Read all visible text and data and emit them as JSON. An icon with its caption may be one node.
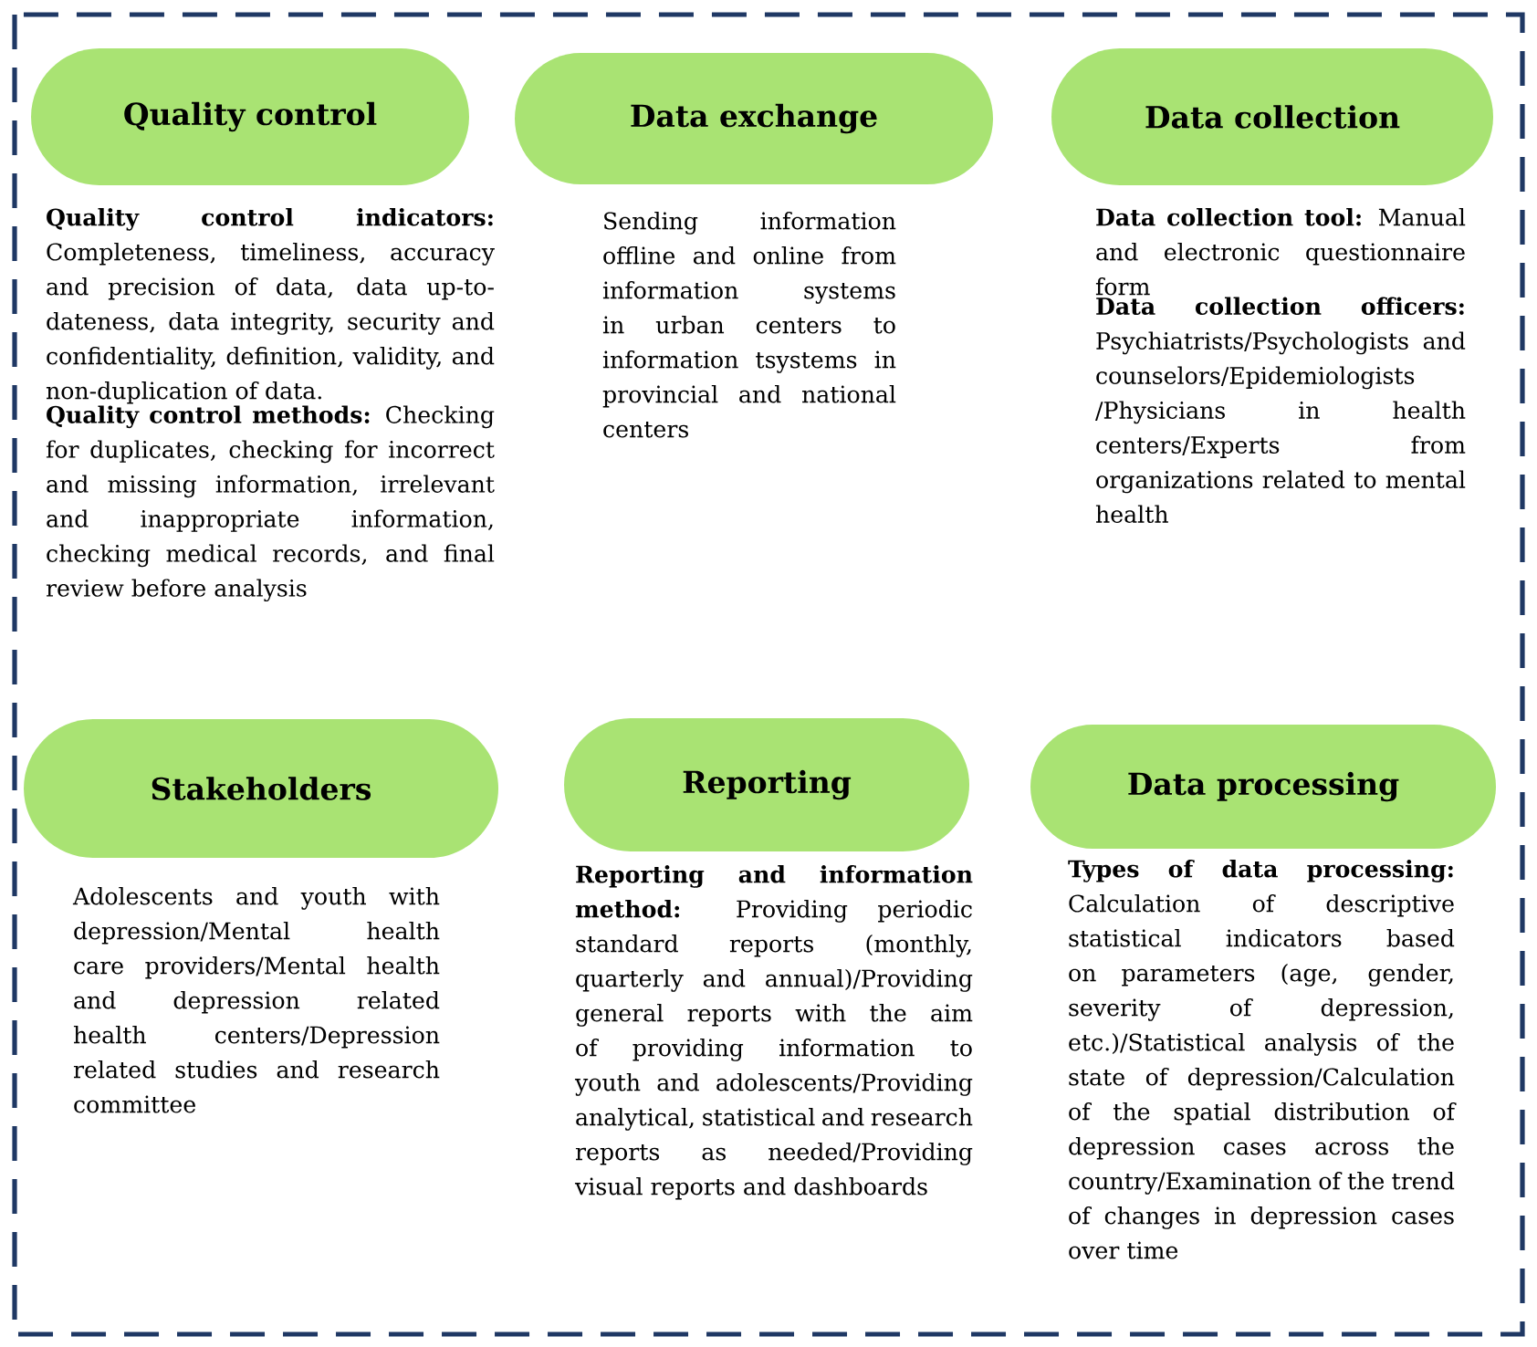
{
  "diagram": {
    "nodes": [
      {
        "text": [
          "Quality control"
        ],
        "beside": [
          "**Quality control indicators:** Completeness, timeliness, accuracy and precision of data, data up-to-dateness, data integrity, security and confidentiality, definition, validity, and non-duplication of data.",
          "**Quality control methods:** Checking for duplicates, checking for incorrect and missing information, irrelevant and inappropriate information, checking medical records, and final review before analysis"
        ]
      },
      {
        "text": [
          "Data exchange"
        ],
        "beside": [
          "Sending information offline and online from information systems in urban centers to information tsystems in provincial and national centers"
        ]
      },
      {
        "text": [
          "Data collection"
        ],
        "beside": [
          "**Data collection tool:** Manual and electronic questionnaire form",
          "**Data collection officers:** Psychiatrists/Psychologists and counselors/Epidemiologists /Physicians in health centers/Experts from organizations related to mental health"
        ]
      },
      {
        "text": [
          "Stakeholders"
        ],
        "beside": [
          "Adolescents and youth with depression/Mental health care providers/Mental health and depression related health centers/Depression related studies and research committee"
        ]
      },
      {
        "text": [
          "Reporting"
        ],
        "beside": [
          "**Reporting and information method:** Providing periodic standard reports (monthly, quarterly and annual)/Providing general reports with the aim of providing information to youth and adolescents/Providing analytical, statistical and research reports as needed/Providing visual reports and dashboards"
        ]
      },
      {
        "text": [
          "Data processing"
        ],
        "beside": [
          "**Types of data processing:** Calculation of descriptive statistical indicators based on parameters (age, gender, severity of depression, etc.)/Statistical analysis of the state of depression/Calculation of the spatial distribution of depression cases across the country/Examination of the trend of changes in depression cases over time"
        ]
      }
    ]
  }
}
